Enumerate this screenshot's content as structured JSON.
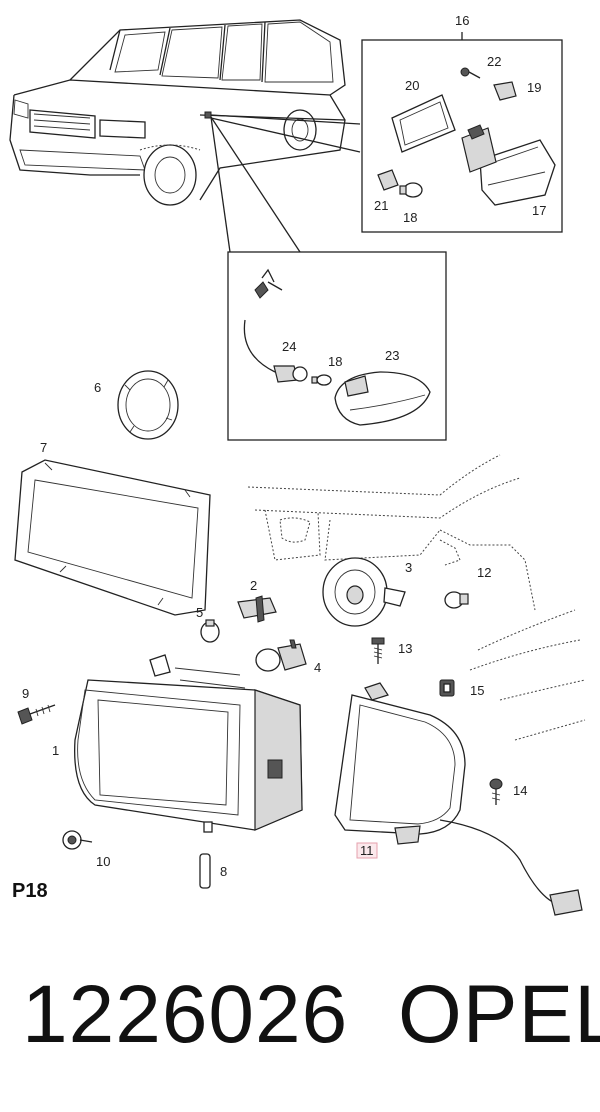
{
  "page_code": "P18",
  "part_number": "1226026",
  "brand": "OPEL",
  "highlighted_callout": "11",
  "callouts": {
    "c1": "1",
    "c2": "2",
    "c3": "3",
    "c4": "4",
    "c5": "5",
    "c6": "6",
    "c7": "7",
    "c8": "8",
    "c9": "9",
    "c10": "10",
    "c11": "11",
    "c12": "12",
    "c13": "13",
    "c14": "14",
    "c15": "15",
    "c16": "16",
    "c17": "17",
    "c18a": "18",
    "c18b": "18",
    "c19": "19",
    "c20": "20",
    "c21": "21",
    "c22": "22",
    "c23": "23",
    "c24": "24"
  },
  "colors": {
    "highlight": "#e6a0ad",
    "line": "#222222"
  }
}
